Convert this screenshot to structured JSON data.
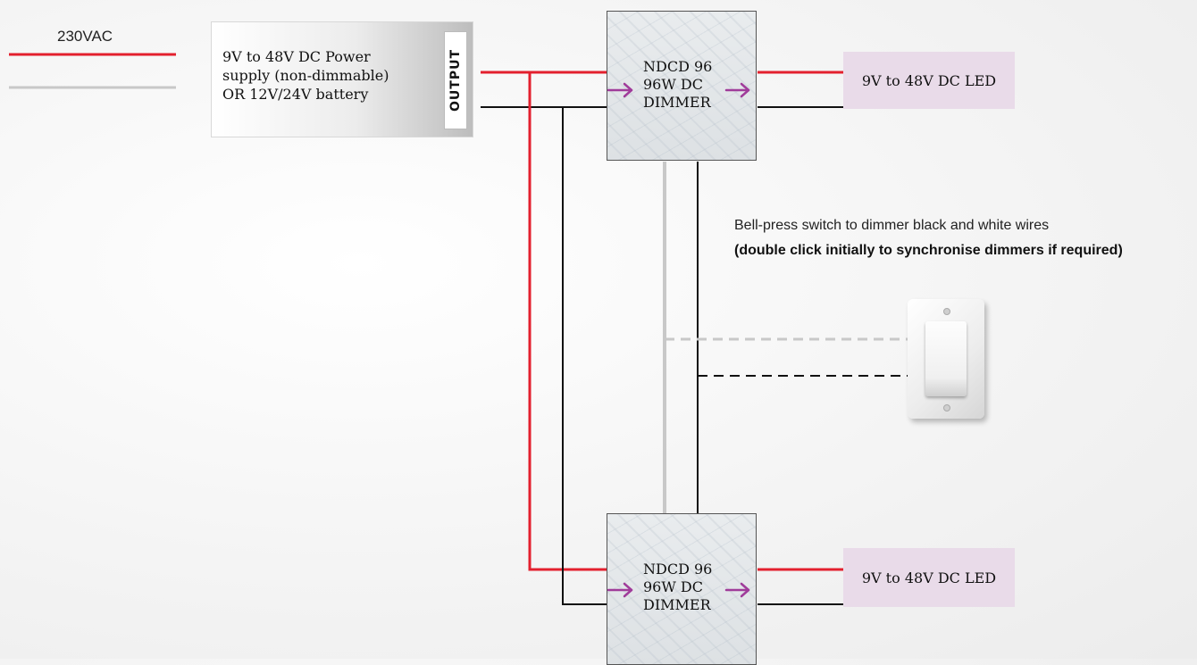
{
  "legend": {
    "label": "230VAC"
  },
  "power_supply": {
    "line1": "9V to 48V DC Power",
    "line2": "supply (non-dimmable)",
    "line3": "OR 12V/24V battery",
    "output_label": "OUTPUT"
  },
  "dimmers": [
    {
      "line1": "NDCD 96",
      "line2": "96W DC",
      "line3": "DIMMER"
    },
    {
      "line1": "NDCD 96",
      "line2": "96W DC",
      "line3": "DIMMER"
    }
  ],
  "leds": [
    {
      "label": "9V to 48V DC LED"
    },
    {
      "label": "9V to 48V DC LED"
    }
  ],
  "switch_note": {
    "line1": "Bell-press switch to dimmer black and white wires",
    "line2": "(double click initially to synchronise dimmers if required)"
  },
  "colors": {
    "red_wire": "#e3202e",
    "black_wire": "#111111",
    "grey_wire": "#c8c8c8",
    "arrow": "#a03c9a",
    "led_fill": "#e9dbe9"
  }
}
